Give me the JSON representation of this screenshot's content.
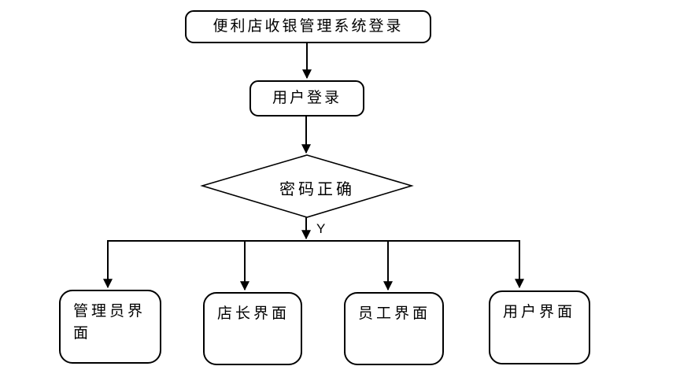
{
  "flowchart": {
    "nodes": {
      "start": "便利店收银管理系统登录",
      "login": "用户登录",
      "decision": "密码正确"
    },
    "branch_labels": {
      "yes": "Y"
    },
    "leaves": [
      {
        "label": "管理员界面"
      },
      {
        "label": "店长界面"
      },
      {
        "label": "员工界面"
      },
      {
        "label": "用户界面"
      }
    ],
    "colors": {
      "stroke": "#000000",
      "text": "#000000",
      "node_fill": "#ffffff",
      "background": "#ffffff"
    }
  }
}
